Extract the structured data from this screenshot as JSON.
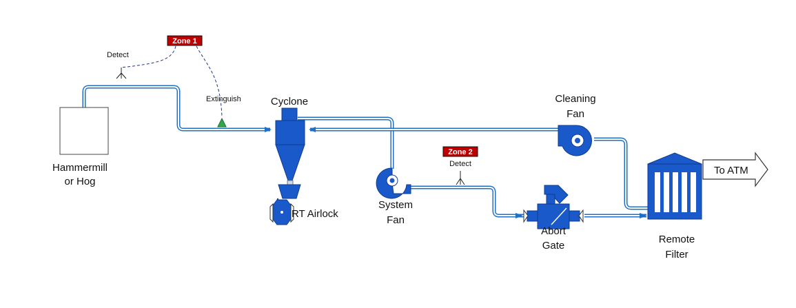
{
  "labels": {
    "hammermill_line1": "Hammermill",
    "hammermill_line2": "or Hog",
    "cyclone": "Cyclone",
    "airlock": "RT Airlock",
    "cleaning_fan_line1": "Cleaning",
    "cleaning_fan_line2": "Fan",
    "system_fan_line1": "System",
    "system_fan_line2": "Fan",
    "abort_gate_line1": "Abort",
    "abort_gate_line2": "Gate",
    "remote_filter_line1": "Remote",
    "remote_filter_line2": "Filter",
    "to_atm": "To ATM",
    "zone1": "Zone 1",
    "zone2": "Zone 2",
    "detect1": "Detect",
    "detect2": "Detect",
    "extinguish": "Extinguish"
  },
  "colors": {
    "duct": "#1e6fc8",
    "equipment": "#1a59c9",
    "zone_badge": "#c00000",
    "extinguisher": "#2eaa4a",
    "sensor_dash": "#1f2f8c"
  }
}
